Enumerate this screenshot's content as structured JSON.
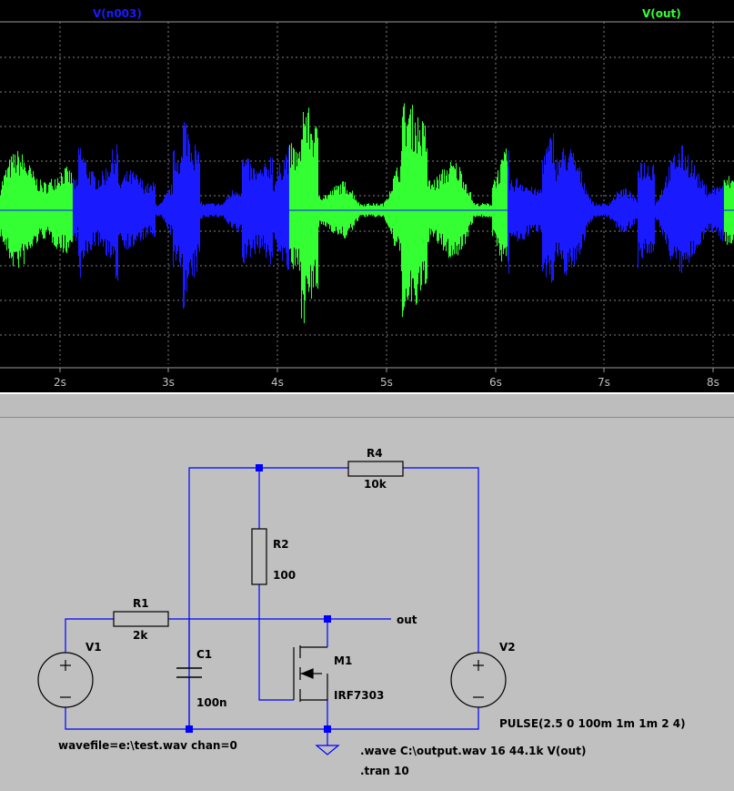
{
  "waveform": {
    "traces": [
      {
        "name": "V(n003)",
        "color": "#1a1aff"
      },
      {
        "name": "V(out)",
        "color": "#33ff33"
      }
    ],
    "x_axis": {
      "unit": "s",
      "ticks": [
        "2s",
        "3s",
        "4s",
        "5s",
        "6s",
        "7s",
        "8s"
      ]
    },
    "colors": {
      "background": "#000000",
      "grid": "#7f7f7f"
    }
  },
  "schematic": {
    "components": {
      "R4": {
        "name": "R4",
        "value": "10k"
      },
      "R2": {
        "name": "R2",
        "value": "100"
      },
      "R1": {
        "name": "R1",
        "value": "2k"
      },
      "C1": {
        "name": "C1",
        "value": "100n"
      },
      "M1": {
        "name": "M1",
        "value": "IRF7303"
      },
      "V1": {
        "name": "V1",
        "value": "wavefile=e:\\test.wav chan=0"
      },
      "V2": {
        "name": "V2",
        "value": "PULSE(2.5 0 100m 1m 1m 2 4)"
      }
    },
    "net_label": "out",
    "directives": [
      ".wave C:\\output.wav 16 44.1k V(out)",
      ".tran 10"
    ],
    "colors": {
      "wire": "#0000ff",
      "junction": "#0000ff"
    }
  }
}
